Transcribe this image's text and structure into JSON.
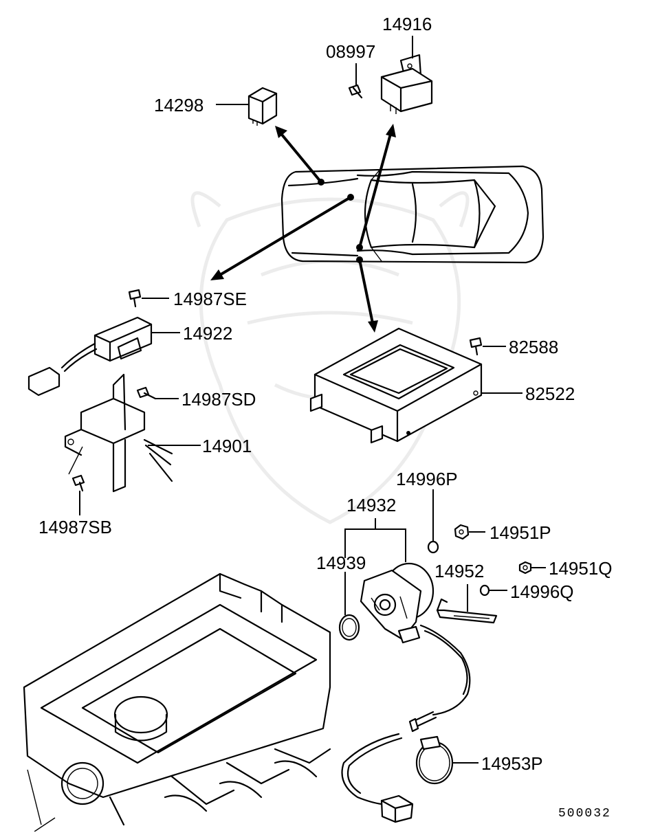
{
  "diagram": {
    "labels": {
      "p14916": "14916",
      "p08997": "08997",
      "p14298": "14298",
      "p14987SE": "14987SE",
      "p14922": "14922",
      "p82588": "82588",
      "p82522": "82522",
      "p14987SD": "14987SD",
      "p14901": "14901",
      "p14987SB": "14987SB",
      "p14996P": "14996P",
      "p14932": "14932",
      "p14951P": "14951P",
      "p14939": "14939",
      "p14952": "14952",
      "p14951Q": "14951Q",
      "p14996Q": "14996Q",
      "p14953P": "14953P"
    },
    "figure_code": "500032"
  }
}
